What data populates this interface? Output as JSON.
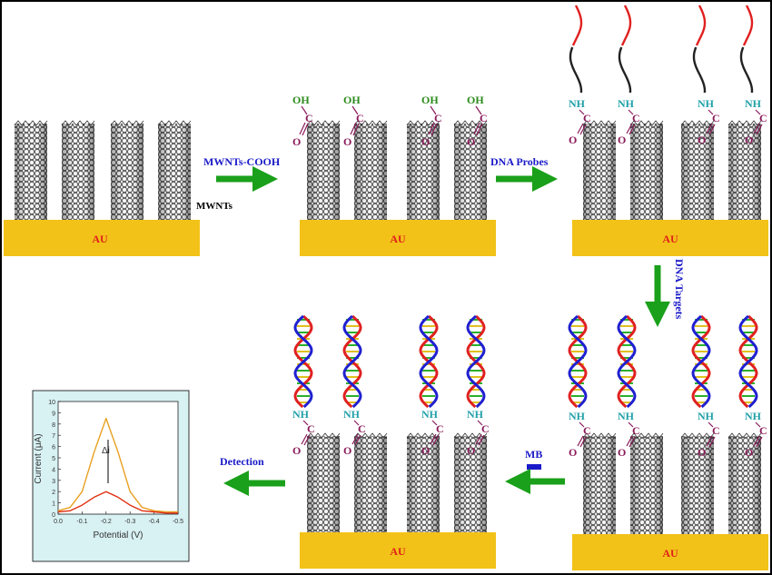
{
  "substrate_label": "AU",
  "arrows": {
    "mwnts_cooh": "MWNTs-COOH",
    "dna_probes": "DNA Probes",
    "dna_targets": "DNA Targets",
    "mb": "MB",
    "detection": "Detection"
  },
  "labels": {
    "mwnts": "MWNTs",
    "oh": "OH",
    "nh": "NH",
    "c": "C",
    "o": "O"
  },
  "inset": {
    "ylabel": "Current (μA)",
    "xlabel": "Potential (V)",
    "delta": "Δi",
    "yticks": [
      "0",
      "1",
      "2",
      "3",
      "4",
      "5",
      "6",
      "7",
      "8",
      "9",
      "10"
    ],
    "xticks": [
      "0.0",
      "-0.1",
      "-0.2",
      "-0.3",
      "-0.4",
      "-0.5"
    ]
  },
  "chart_data": {
    "type": "line",
    "xlabel": "Potential (V)",
    "ylabel": "Current (μA)",
    "xlim": [
      0.0,
      -0.5
    ],
    "ylim": [
      0,
      10
    ],
    "x": [
      0.0,
      -0.05,
      -0.1,
      -0.15,
      -0.2,
      -0.25,
      -0.3,
      -0.35,
      -0.4,
      -0.45,
      -0.5
    ],
    "series": [
      {
        "color": "#e8a020",
        "values": [
          0.3,
          0.6,
          2.0,
          5.5,
          8.5,
          5.5,
          2.0,
          0.6,
          0.3,
          0.2,
          0.2
        ]
      },
      {
        "color": "#e03010",
        "values": [
          0.2,
          0.3,
          0.8,
          1.5,
          2.0,
          1.5,
          0.8,
          0.3,
          0.2,
          0.1,
          0.1
        ]
      }
    ]
  }
}
